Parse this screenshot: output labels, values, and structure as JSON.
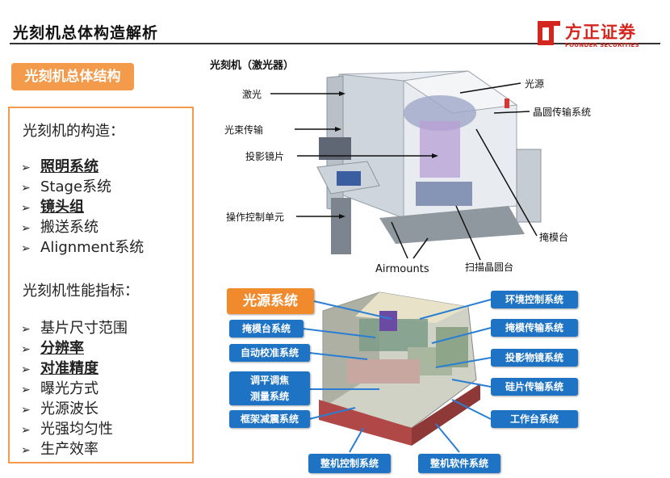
{
  "header": {
    "title": "光刻机总体构造解析",
    "logo_cn": "方正证券",
    "logo_en": "FOUNDER SECURITIES",
    "accent_color": "#d3261e"
  },
  "left_panel": {
    "tag": "光刻机总体结构",
    "tag_color": "#f39a4b",
    "structure_heading": "光刻机的构造：",
    "structure_items": [
      {
        "text": "照明系统",
        "emphasis": true
      },
      {
        "text": "Stage系统",
        "emphasis": false
      },
      {
        "text": "镜头组",
        "emphasis": true
      },
      {
        "text": "搬送系统",
        "emphasis": false
      },
      {
        "text": "Alignment系统",
        "emphasis": false
      }
    ],
    "metrics_heading": "光刻机性能指标：",
    "metric_items": [
      {
        "text": "基片尺寸范围",
        "emphasis": false
      },
      {
        "text": "分辨率",
        "emphasis": true
      },
      {
        "text": "对准精度",
        "emphasis": true
      },
      {
        "text": "曝光方式",
        "emphasis": false
      },
      {
        "text": "光源波长",
        "emphasis": false
      },
      {
        "text": "光强均匀性",
        "emphasis": false
      },
      {
        "text": "生产效率",
        "emphasis": false
      }
    ]
  },
  "top_diagram": {
    "title": "光刻机（激光器）",
    "callouts": {
      "laser": "激光",
      "beam": "光束传输",
      "lens": "投影镜片",
      "control": "操作控制单元",
      "airmounts": "Airmounts",
      "light_source": "光源",
      "wafer_transfer": "晶圆传输系统",
      "reticle_stage": "掩模台",
      "wafer_stage": "扫描晶圆台"
    }
  },
  "bottom_diagram": {
    "highlight": "光源系统",
    "left_labels": [
      "掩模台系统",
      "自动校准系统",
      "调平调焦\n测量系统",
      "框架减震系统"
    ],
    "right_labels": [
      "环境控制系统",
      "掩模传输系统",
      "投影物镜系统",
      "硅片传输系统",
      "工作台系统"
    ],
    "bottom_labels": [
      "整机控制系统",
      "整机软件系统"
    ],
    "button_color": "#1e73c4",
    "highlight_color": "#f08a2c"
  }
}
